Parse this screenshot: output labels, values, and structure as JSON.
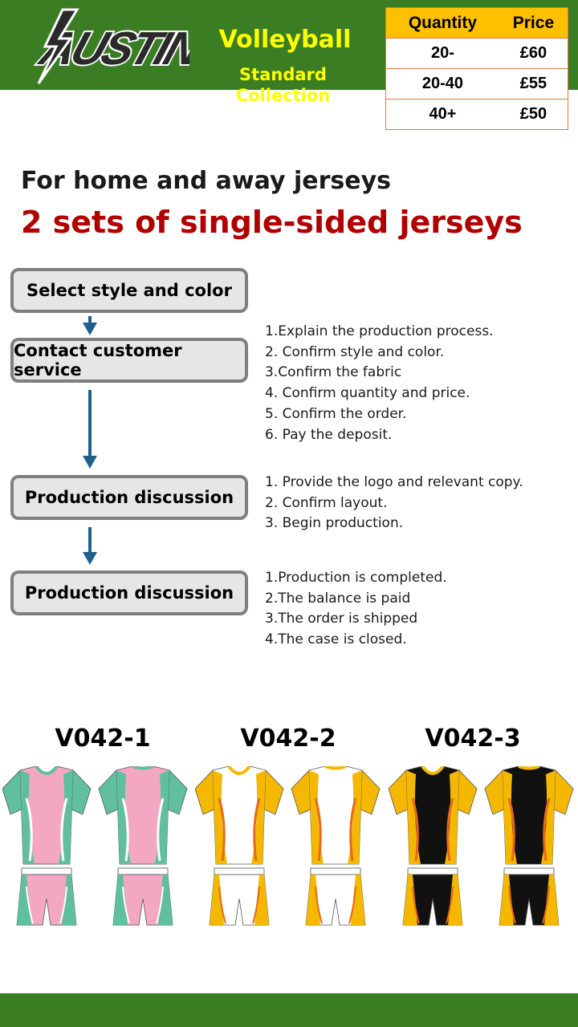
{
  "header": {
    "logo_text": "AUSTIN",
    "title": "Volleyball",
    "subtitle": "Standard Collection",
    "price_table": {
      "headers": [
        "Quantity",
        "Price"
      ],
      "rows": [
        [
          "20-",
          "£60"
        ],
        [
          "20-40",
          "£55"
        ],
        [
          "40+",
          "£50"
        ]
      ]
    }
  },
  "intro": {
    "lead": "For home and away jerseys",
    "headline": "2 sets of single-sided jerseys"
  },
  "steps": [
    {
      "label": "Select style and color"
    },
    {
      "label": "Contact customer service",
      "notes": [
        "1.Explain the production process.",
        "2. Confirm style and color.",
        "3.Confirm the fabric",
        "4. Confirm quantity and price.",
        "5. Confirm the order.",
        "6. Pay the deposit."
      ]
    },
    {
      "label": "Production discussion",
      "notes": [
        "1. Provide the logo and relevant copy.",
        "2. Confirm layout.",
        "3. Begin production."
      ]
    },
    {
      "label": "Production discussion",
      "notes": [
        "1.Production is completed.",
        "2.The balance is paid",
        "3.The order is shipped",
        "4.The case is closed."
      ]
    }
  ],
  "products": [
    {
      "code": "V042-1",
      "main_color": "#f4a7c3",
      "accent_color": "#5fbf9f",
      "trim_color": "#ffffff"
    },
    {
      "code": "V042-2",
      "main_color": "#ffffff",
      "accent_color": "#f5b800",
      "trim_color": "#e8681a"
    },
    {
      "code": "V042-3",
      "main_color": "#111111",
      "accent_color": "#f5b800",
      "trim_color": "#e8681a"
    }
  ],
  "colors": {
    "header_green": "#3a7d22",
    "title_yellow": "#ffff00",
    "table_header": "#ffc000",
    "headline_red": "#b00000",
    "arrow_blue": "#1e5f8c"
  }
}
